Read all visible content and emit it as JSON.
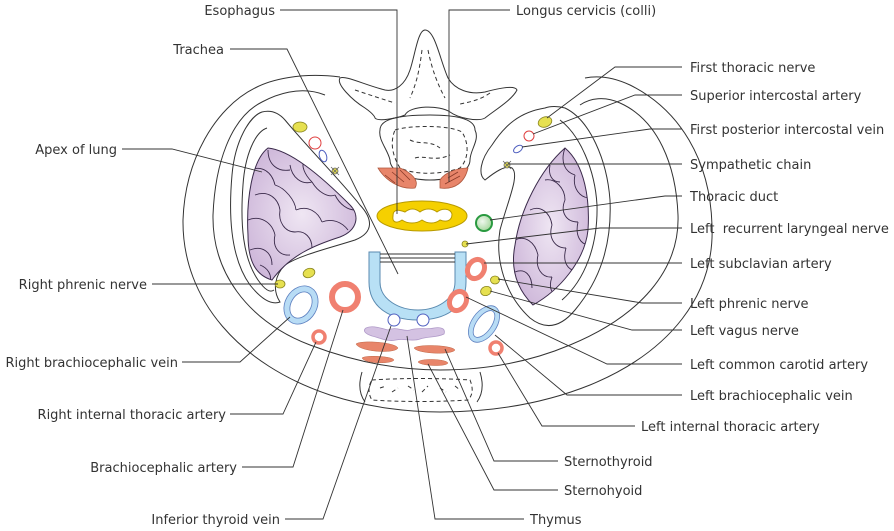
{
  "title": "Cross-section at level of thoracic inlet",
  "colors": {
    "lung": "#dccbe3",
    "lung_lines": "#3a2a4a",
    "artery": "#f08070",
    "artery_stroke": "#d85040",
    "vein": "#b8dcf5",
    "vein_stroke": "#5d80c0",
    "nerve": "#e6e050",
    "esophagus": "#f5d000",
    "thoracic_duct": "#c8e8c0",
    "thoracic_duct_stroke": "#2a9a40",
    "muscle": "#e8856a",
    "thymus": "#d4c2e2",
    "trachea": "#b8e0f5"
  },
  "labels": {
    "left_side": [
      {
        "id": "esophagus",
        "text": "Esophagus"
      },
      {
        "id": "trachea",
        "text": "Trachea"
      },
      {
        "id": "apex-of-lung",
        "text": "Apex of lung"
      },
      {
        "id": "right-phrenic-nerve",
        "text": "Right phrenic nerve"
      },
      {
        "id": "right-brachiocephalic-vein",
        "text": "Right brachiocephalic vein"
      },
      {
        "id": "right-internal-thoracic-artery",
        "text": "Right internal thoracic artery"
      },
      {
        "id": "brachiocephalic-artery",
        "text": "Brachiocephalic artery"
      },
      {
        "id": "inferior-thyroid-vein",
        "text": "Inferior thyroid vein"
      }
    ],
    "right_side": [
      {
        "id": "longus-cervicis",
        "text": "Longus cervicis (colli)"
      },
      {
        "id": "first-thoracic-nerve",
        "text": "First thoracic nerve"
      },
      {
        "id": "superior-intercostal-artery",
        "text": "Superior intercostal artery"
      },
      {
        "id": "first-posterior-intercostal-vein",
        "text": "First posterior intercostal vein"
      },
      {
        "id": "sympathetic-chain",
        "text": "Sympathetic chain"
      },
      {
        "id": "thoracic-duct",
        "text": "Thoracic duct"
      },
      {
        "id": "left-recurrent-laryngeal-nerve",
        "text": "Left  recurrent laryngeal nerve"
      },
      {
        "id": "left-subclavian-artery",
        "text": "Left subclavian artery"
      },
      {
        "id": "left-phrenic-nerve",
        "text": "Left phrenic nerve"
      },
      {
        "id": "left-vagus-nerve",
        "text": "Left vagus nerve"
      },
      {
        "id": "left-common-carotid-artery",
        "text": "Left common carotid artery"
      },
      {
        "id": "left-brachiocephalic-vein",
        "text": "Left brachiocephalic vein"
      },
      {
        "id": "left-internal-thoracic-artery",
        "text": "Left internal thoracic artery"
      },
      {
        "id": "sternothyroid",
        "text": "Sternothyroid"
      },
      {
        "id": "sternohyoid",
        "text": "Sternohyoid"
      },
      {
        "id": "thymus",
        "text": "Thymus"
      }
    ]
  }
}
